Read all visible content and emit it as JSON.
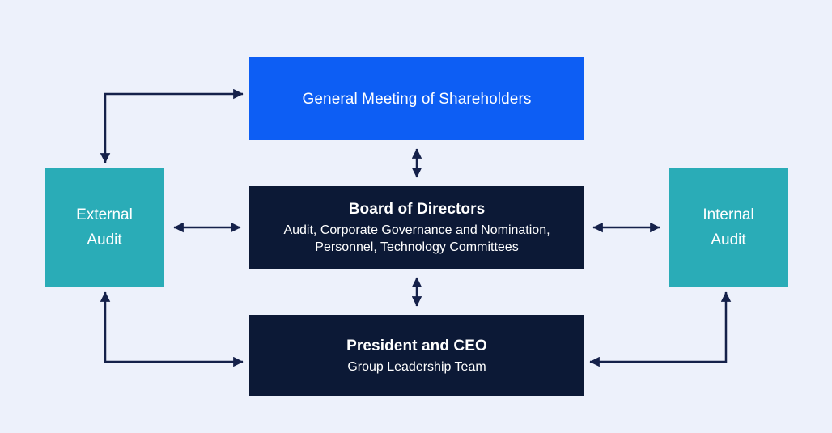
{
  "diagram": {
    "type": "governance-structure-flowchart",
    "colors": {
      "background": "#edf1fb",
      "primary_blue": "#0d5ef4",
      "dark_navy": "#0c1936",
      "teal": "#2aacb7",
      "arrow": "#15214a",
      "text": "#ffffff"
    },
    "nodes": {
      "shareholders": {
        "title": "General Meeting of Shareholders"
      },
      "board": {
        "title": "Board of Directors",
        "subtitle_lines": [
          "Audit, Corporate Governance and Nomination,",
          "Personnel, Technology Committees"
        ]
      },
      "president": {
        "title": "President and CEO",
        "subtitle": "Group Leadership Team"
      },
      "external_audit": {
        "line1": "External",
        "line2": "Audit"
      },
      "internal_audit": {
        "line1": "Internal",
        "line2": "Audit"
      }
    },
    "edges": [
      {
        "from": "shareholders",
        "to": "board",
        "bidirectional": true,
        "shape": "straight-vertical"
      },
      {
        "from": "board",
        "to": "president",
        "bidirectional": true,
        "shape": "straight-vertical"
      },
      {
        "from": "external_audit",
        "to": "board",
        "bidirectional": true,
        "shape": "straight-horizontal"
      },
      {
        "from": "board",
        "to": "internal_audit",
        "bidirectional": true,
        "shape": "straight-horizontal"
      },
      {
        "from": "external_audit",
        "to": "shareholders",
        "bidirectional": true,
        "shape": "elbow"
      },
      {
        "from": "external_audit",
        "to": "president",
        "bidirectional": true,
        "shape": "elbow"
      },
      {
        "from": "internal_audit",
        "to": "president",
        "bidirectional": true,
        "shape": "elbow"
      }
    ]
  }
}
